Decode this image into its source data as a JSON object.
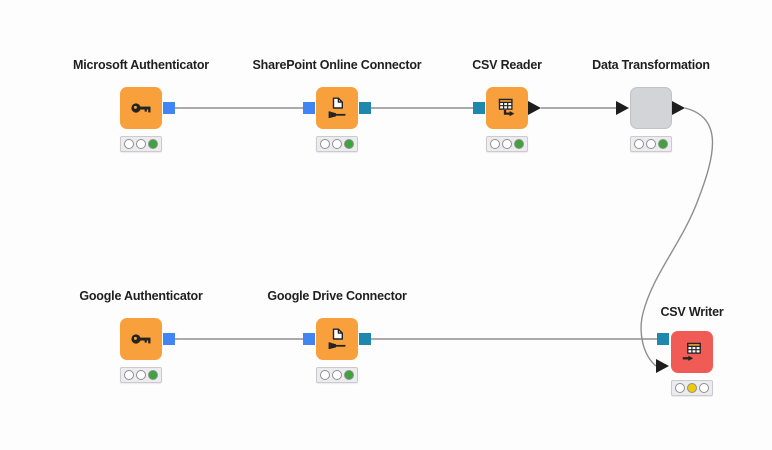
{
  "workflow": {
    "name": "KNIME workflow canvas"
  },
  "colors": {
    "bg": "#FDFDFD",
    "node-orange": "#F8A13C",
    "node-red": "#F15B55",
    "node-gray": "#D3D4D7",
    "port-blue": "#4185F4",
    "port-teal": "#1E87AE",
    "lamp-green": "#3DA33D",
    "lamp-yellow": "#F0CB05",
    "edge": "#8E8E8E",
    "text": "#1F1F1F",
    "traffic-bg": "#ECECEE",
    "traffic-border": "#CBCBCF"
  },
  "nodes": [
    {
      "title": "Microsoft Authenticator",
      "icon": "key-icon",
      "status": "executed",
      "ports_in": [],
      "ports_out": [
        {
          "type": "square",
          "color": "blue"
        }
      ]
    },
    {
      "title": "SharePoint Online Connector",
      "icon": "file-plug-icon",
      "status": "executed",
      "ports_in": [
        {
          "type": "square",
          "color": "blue"
        }
      ],
      "ports_out": [
        {
          "type": "square",
          "color": "teal"
        }
      ]
    },
    {
      "title": "CSV Reader",
      "icon": "table-export-icon",
      "status": "executed",
      "ports_in": [
        {
          "type": "square",
          "color": "teal"
        }
      ],
      "ports_out": [
        {
          "type": "triangle",
          "color": "black"
        }
      ]
    },
    {
      "title": "Data Transformation",
      "icon": "none",
      "status": "executed",
      "ports_in": [
        {
          "type": "triangle",
          "color": "black"
        }
      ],
      "ports_out": [
        {
          "type": "triangle",
          "color": "black"
        }
      ]
    },
    {
      "title": "Google Authenticator",
      "icon": "key-icon",
      "status": "executed",
      "ports_in": [],
      "ports_out": [
        {
          "type": "square",
          "color": "blue"
        }
      ]
    },
    {
      "title": "Google Drive Connector",
      "icon": "file-plug-icon",
      "status": "executed",
      "ports_in": [
        {
          "type": "square",
          "color": "blue"
        }
      ],
      "ports_out": [
        {
          "type": "square",
          "color": "teal"
        }
      ]
    },
    {
      "title": "CSV Writer",
      "icon": "table-import-icon",
      "status": "configured",
      "ports_in": [
        {
          "type": "square",
          "color": "teal"
        },
        {
          "type": "triangle",
          "color": "black"
        }
      ],
      "ports_out": []
    }
  ],
  "edges": [
    {
      "from": "Microsoft Authenticator",
      "to": "SharePoint Online Connector"
    },
    {
      "from": "SharePoint Online Connector",
      "to": "CSV Reader"
    },
    {
      "from": "CSV Reader",
      "to": "Data Transformation"
    },
    {
      "from": "Google Authenticator",
      "to": "Google Drive Connector"
    },
    {
      "from": "Google Drive Connector",
      "to": "CSV Writer"
    },
    {
      "from": "Data Transformation",
      "to": "CSV Writer"
    }
  ]
}
